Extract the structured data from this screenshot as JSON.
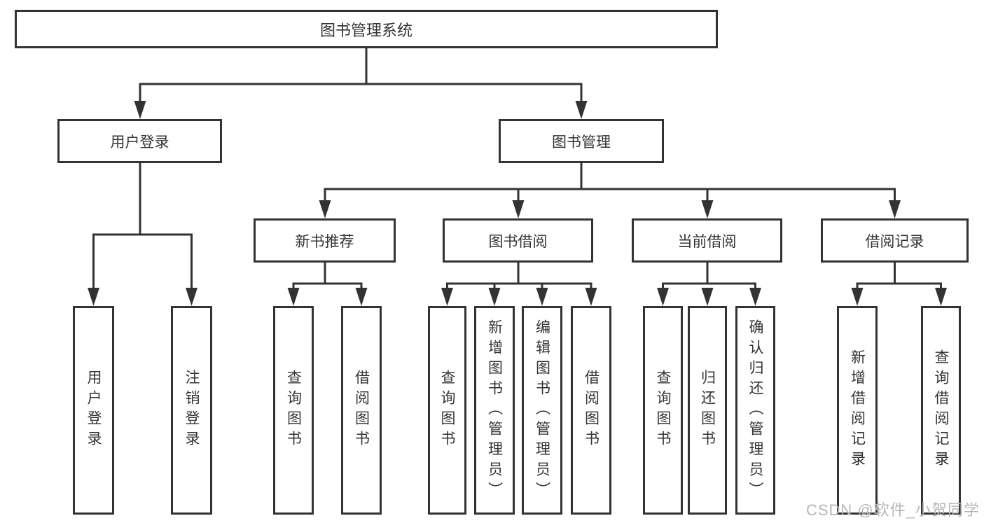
{
  "colors": {
    "line": "#333333",
    "box_border": "#333333",
    "text": "#333333",
    "watermark_text": "#b7b7b7",
    "background": "#ffffff"
  },
  "tree": {
    "root": {
      "label": "图书管理系统"
    },
    "children": [
      {
        "label": "用户登录",
        "children": [
          {
            "label": "用户登录"
          },
          {
            "label": "注销登录"
          }
        ]
      },
      {
        "label": "图书管理",
        "children": [
          {
            "label": "新书推荐",
            "children": [
              {
                "label": "查询图书"
              },
              {
                "label": "借阅图书"
              }
            ]
          },
          {
            "label": "图书借阅",
            "children": [
              {
                "label": "查询图书"
              },
              {
                "label": "新增图书（管理员）"
              },
              {
                "label": "编辑图书（管理员）"
              },
              {
                "label": "借阅图书"
              }
            ]
          },
          {
            "label": "当前借阅",
            "children": [
              {
                "label": "查询图书"
              },
              {
                "label": "归还图书"
              },
              {
                "label": "确认归还（管理员）"
              }
            ]
          },
          {
            "label": "借阅记录",
            "children": [
              {
                "label": "新增借阅记录"
              },
              {
                "label": "查询借阅记录"
              }
            ]
          }
        ]
      }
    ]
  },
  "watermark": {
    "text": "CSDN @软件_小贺同学"
  }
}
